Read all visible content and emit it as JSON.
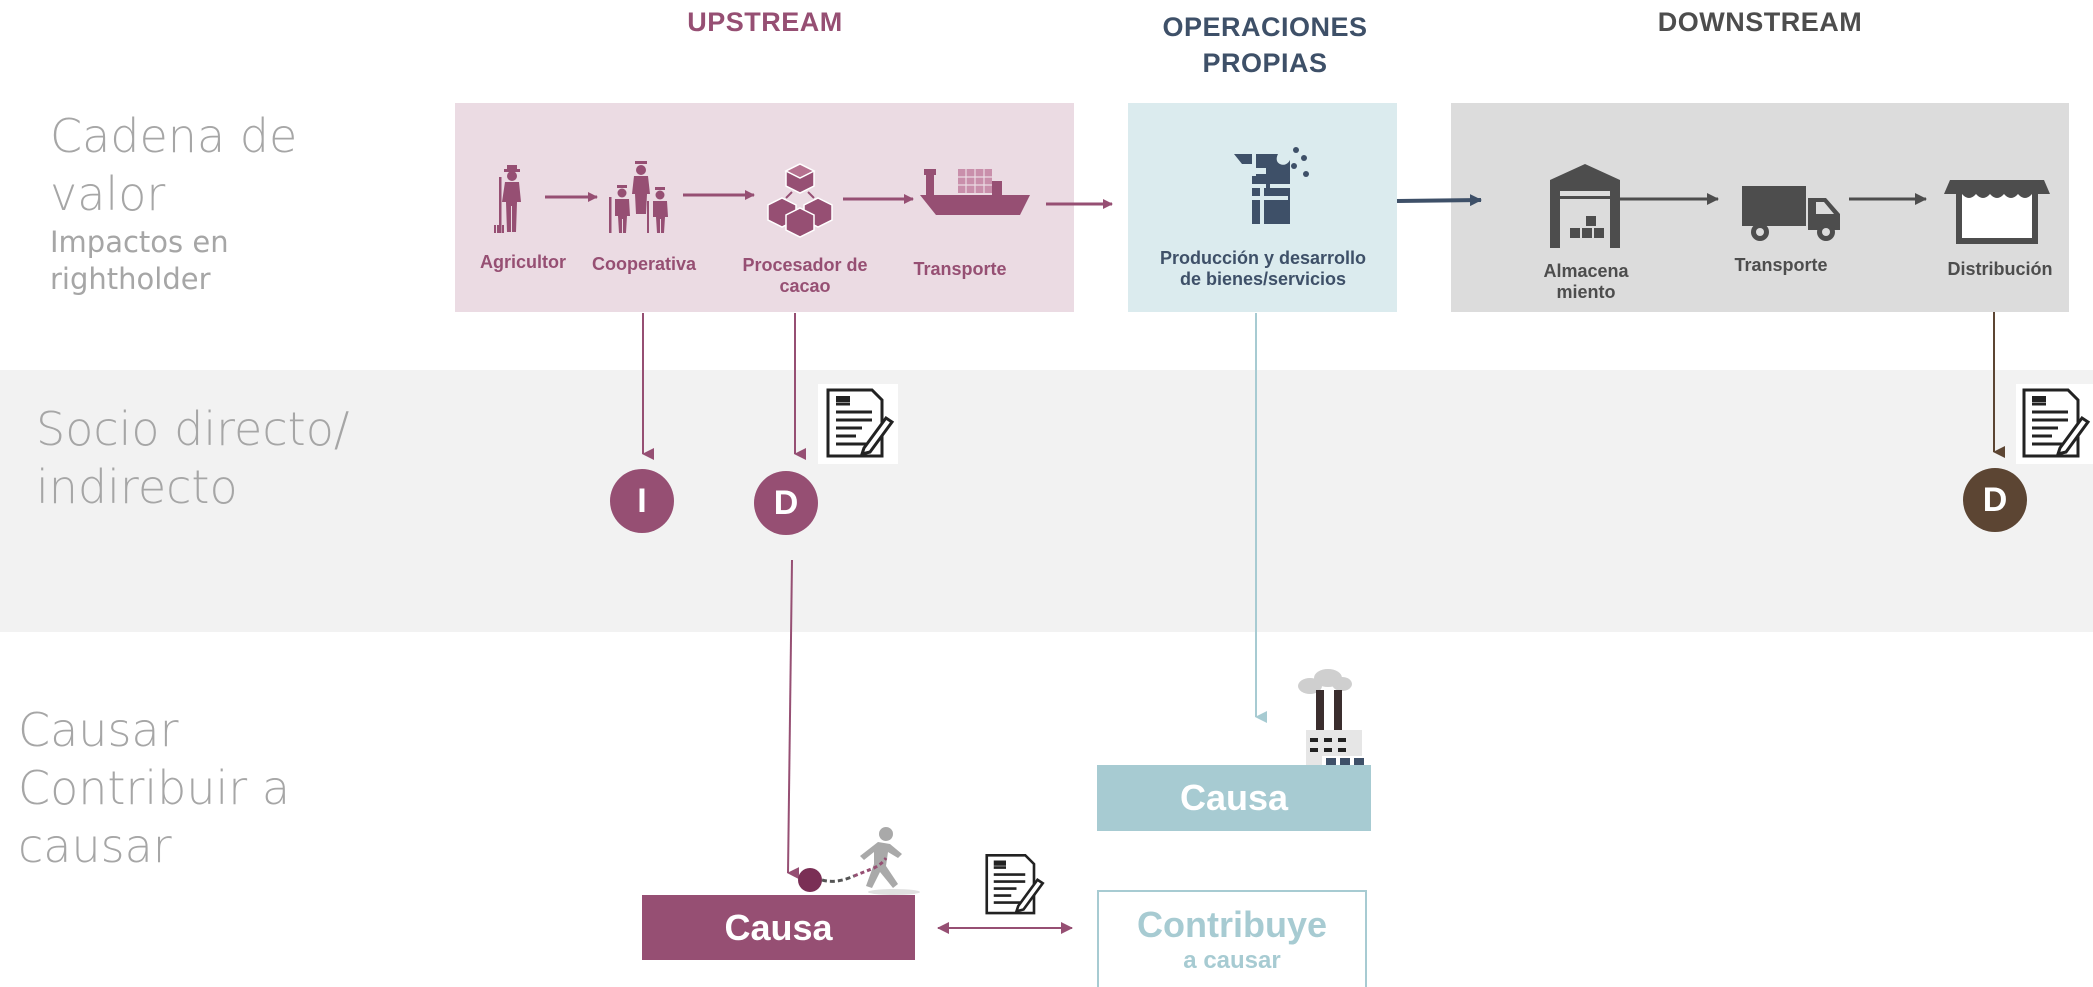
{
  "columns": {
    "upstream": "UPSTREAM",
    "own_ops_line1": "OPERACIONES",
    "own_ops_line2": "PROPIAS",
    "downstream": "DOWNSTREAM"
  },
  "rows": {
    "value_chain_line1": "Cadena de",
    "value_chain_line2": "valor",
    "value_chain_sub1": "Impactos en",
    "value_chain_sub2": "rightholder",
    "partner_line1": "Socio directo/",
    "partner_line2": "indirecto",
    "cause_line1": "Causar",
    "cause_line2": "Contribuir a",
    "cause_line3": "causar"
  },
  "upstream_nodes": {
    "farmer": "Agricultor",
    "cooperative": "Cooperativa",
    "processor_line1": "Procesador de",
    "processor_line2": "cacao",
    "transport": "Transporte"
  },
  "own_ops_node": {
    "line1": "Producción y desarrollo",
    "line2": "de bienes/servicios"
  },
  "downstream_nodes": {
    "warehouse_line1": "Almacena",
    "warehouse_line2": "miento",
    "transport": "Transporte",
    "distribution": "Distribución"
  },
  "partner_markers": {
    "indirect": "I",
    "direct_upstream": "D",
    "direct_downstream": "D"
  },
  "outcomes": {
    "upstream_cause": "Causa",
    "own_cause": "Causa",
    "contribute_line1": "Contribuye",
    "contribute_line2": "a causar"
  },
  "colors": {
    "upstream": "#964f73",
    "upstream_bg": "#ebdbe3",
    "own_ops": "#3e5068",
    "own_ops_bg": "#dbebee",
    "own_ops_box": "#a7cbd2",
    "downstream": "#4d4d4d",
    "downstream_bg": "#dcdcdc",
    "downstream_marker": "#5c4533",
    "row_title": "#a6a6a6",
    "band": "#f2f2f2"
  }
}
